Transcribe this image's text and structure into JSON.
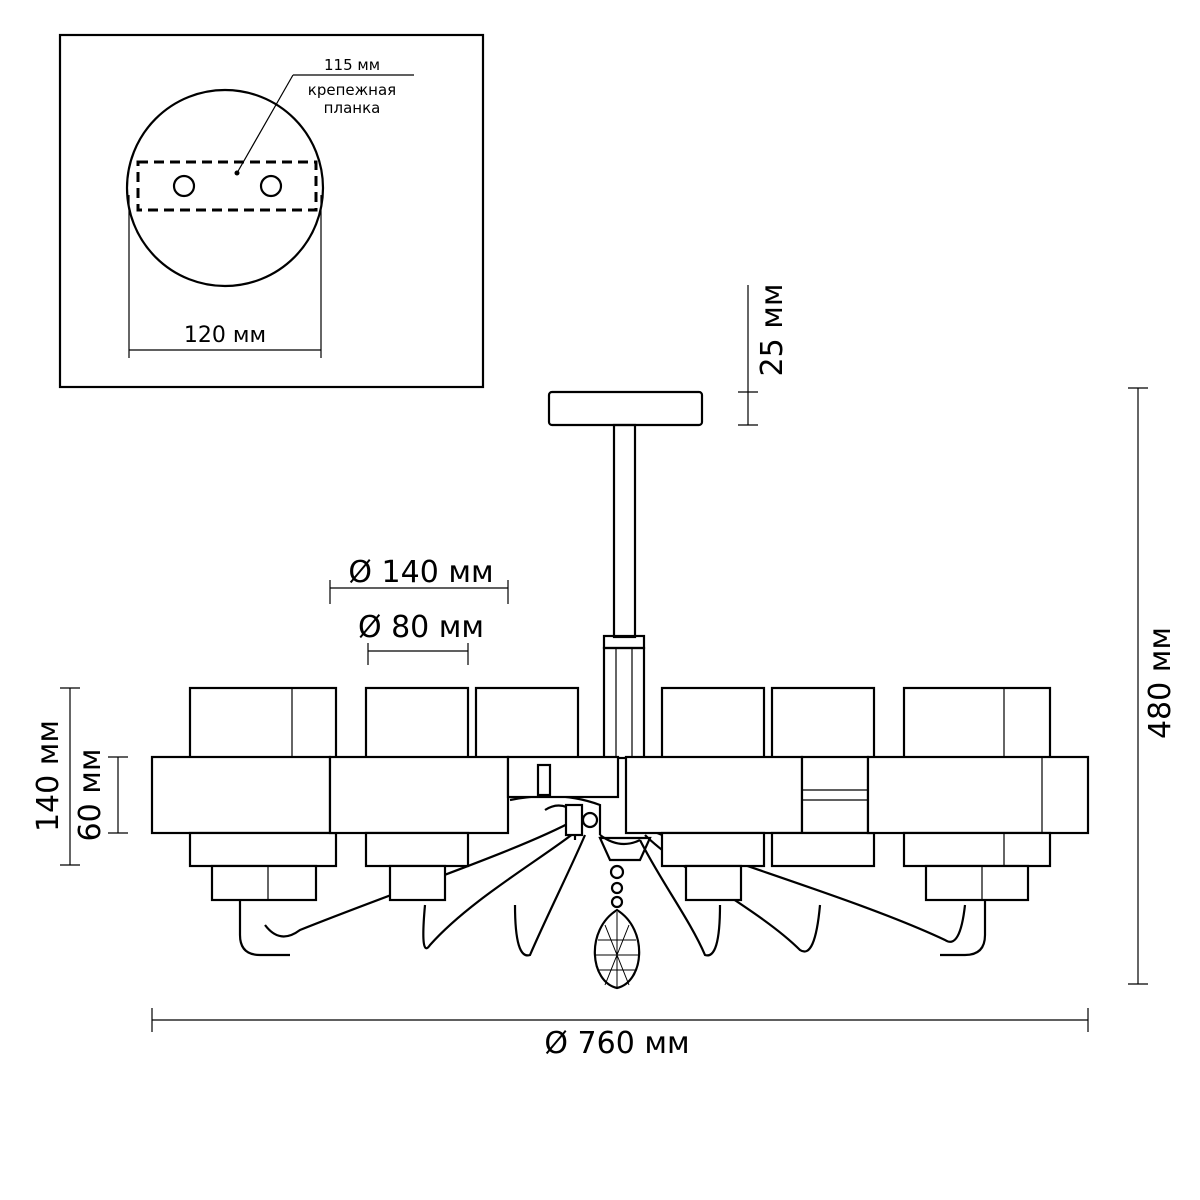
{
  "inset": {
    "label_115": "115 мм",
    "label_plate_line1": "крепежная",
    "label_plate_line2": "планка",
    "label_120": "120 мм"
  },
  "dimensions": {
    "canopy_height": "25 мм",
    "total_height": "480 мм",
    "shade_outer_diameter": "Ø 140 мм",
    "shade_inner_diameter": "Ø 80 мм",
    "shade_height": "140 мм",
    "shade_band_height": "60 мм",
    "total_diameter": "Ø 760 мм"
  }
}
